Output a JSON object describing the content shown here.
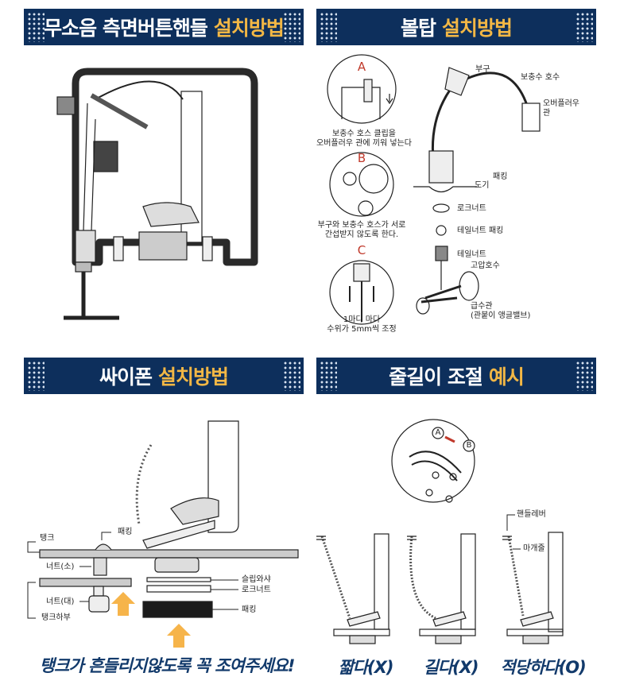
{
  "panels": {
    "side_button": {
      "title_main": "무소음 측면버튼핸들",
      "title_accent": "설치방법"
    },
    "ball_tap": {
      "title_main": "볼탑",
      "title_accent": "설치방법",
      "labels": {
        "a": "A",
        "b": "B",
        "c": "C",
        "a_note_1": "보충수 호스 클립을",
        "a_note_2": "오버플러우 관에 끼워 넣는다",
        "b_note_1": "부구와 보충수 호스가 서로",
        "b_note_2": "간섭받지 않도록 한다.",
        "c_note_1": "1마디 마다",
        "c_note_2": "수위가 5mm씩 조정",
        "float": "부구",
        "refill_hose": "보충수 호수",
        "overflow_1": "오버플러우",
        "overflow_2": "관",
        "packing": "패킹",
        "bowl": "도기",
        "lock_nut": "로크너트",
        "tail_nut_packing": "테일너트 패킹",
        "tail_nut": "테일너트",
        "high_pressure_hose": "고압호수",
        "supply_pipe": "급수관",
        "angle_valve": "(관붙이 앵글밸브)"
      }
    },
    "siphon": {
      "title_main": "싸이폰",
      "title_accent": "설치방법",
      "labels": {
        "tank": "탱크",
        "packing_top": "패킹",
        "nut_small": "너트(소)",
        "nut_large": "너트(대)",
        "tank_bottom": "탱크하부",
        "slip_washer": "슬립와샤",
        "lock_nut": "로크너트",
        "packing_bottom": "패킹"
      },
      "caption": "탱크가 흔들리지않도록 꼭 조여주세요!"
    },
    "chain": {
      "title_main": "줄길이 조절",
      "title_accent": "예시",
      "labels": {
        "a": "A",
        "b": "B",
        "handle_lever": "핸들레버",
        "stopper_chain": "마개줄"
      },
      "examples": [
        {
          "caption": "짧다(X)"
        },
        {
          "caption": "길다(X)"
        },
        {
          "caption": "적당하다(O)"
        }
      ]
    }
  },
  "colors": {
    "banner": "#0d2f5c",
    "accent": "#f2b745",
    "caption": "#123a6b",
    "arrow": "#f6b44a"
  }
}
